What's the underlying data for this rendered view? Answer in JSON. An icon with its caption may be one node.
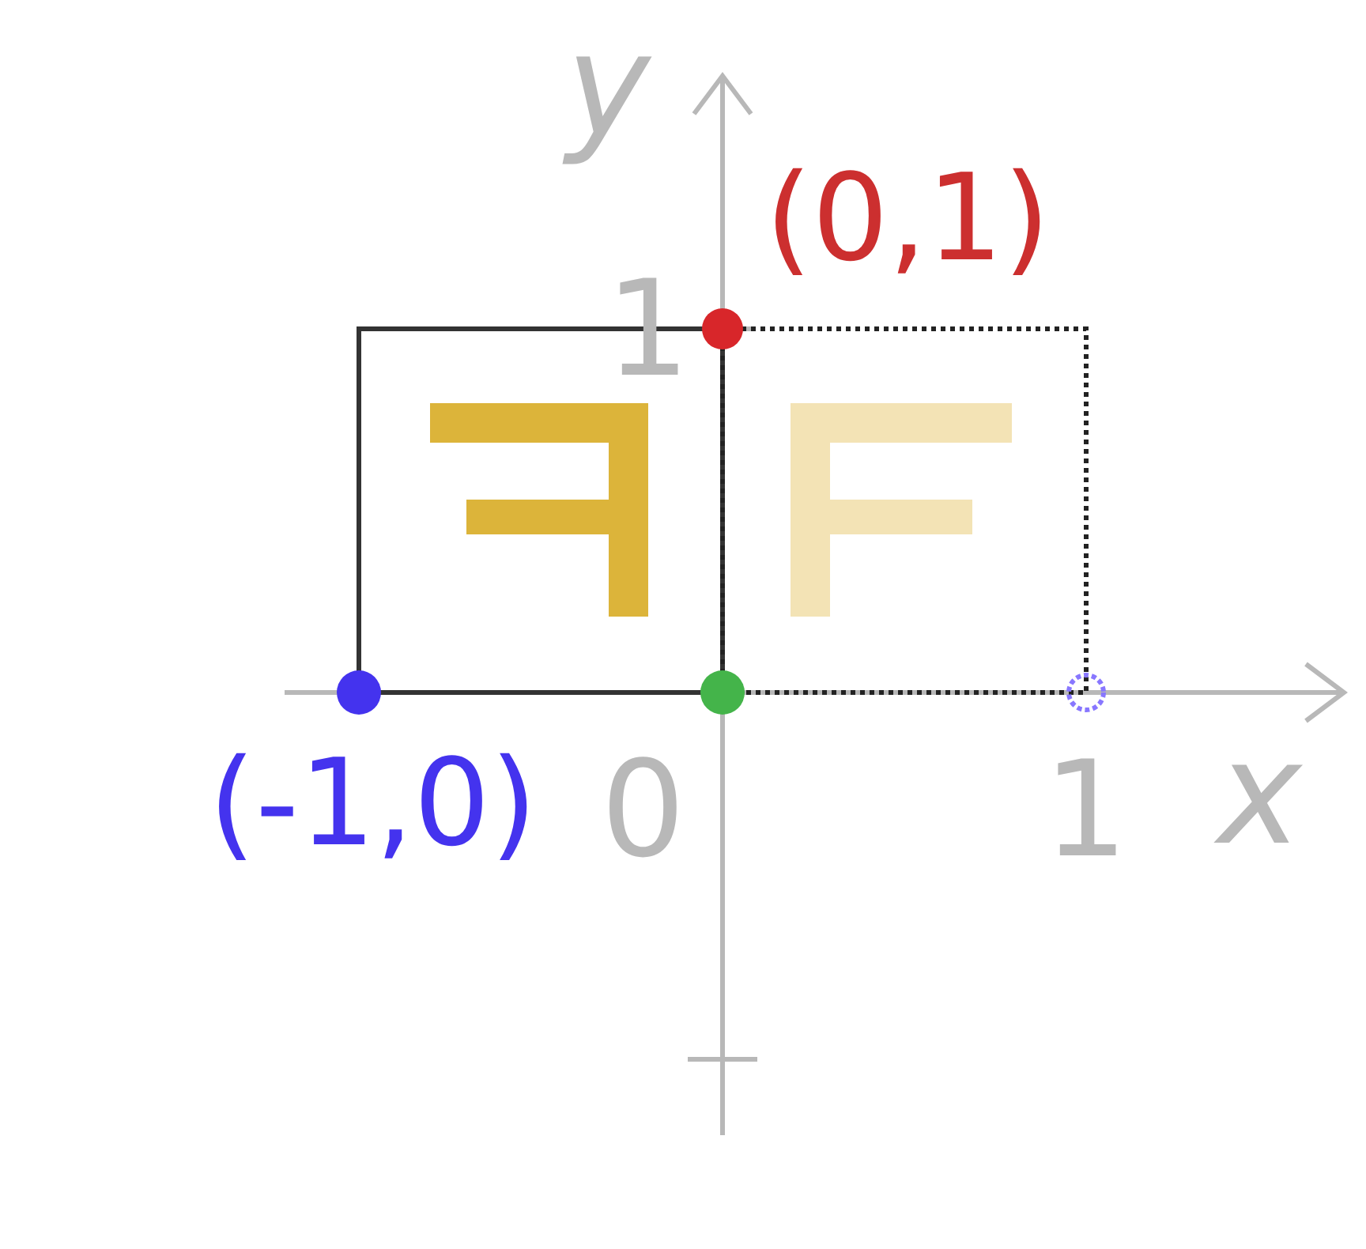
{
  "diagram": {
    "labels": [
      "y",
      "(0,1)",
      "1",
      "(-1,0)",
      "0",
      "1",
      "x"
    ]
  }
}
